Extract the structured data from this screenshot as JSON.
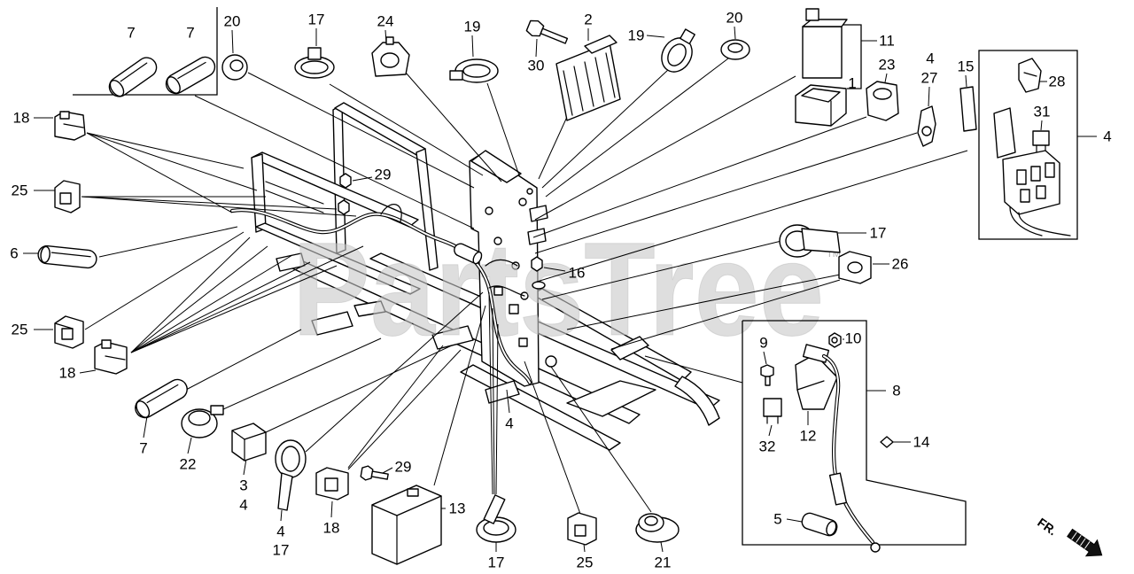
{
  "diagram": {
    "callouts": [
      "7",
      "7",
      "20",
      "17",
      "24",
      "19",
      "30",
      "2",
      "19",
      "20",
      "11",
      "1",
      "23",
      "4",
      "27",
      "15",
      "28",
      "31",
      "4",
      "18",
      "25",
      "29",
      "6",
      "25",
      "18",
      "16",
      "17",
      "26",
      "9",
      "10",
      "8",
      "12",
      "32",
      "14",
      "5",
      "7",
      "22",
      "3",
      "4",
      "4",
      "17",
      "18",
      "29",
      "13",
      "17",
      "25",
      "21",
      "4"
    ],
    "direction_label": "FR.",
    "line_color": "#000000",
    "background": "#ffffff"
  },
  "watermark": {
    "text": "PartsTree",
    "trademark": "TM",
    "color": "#c8c8c8"
  }
}
